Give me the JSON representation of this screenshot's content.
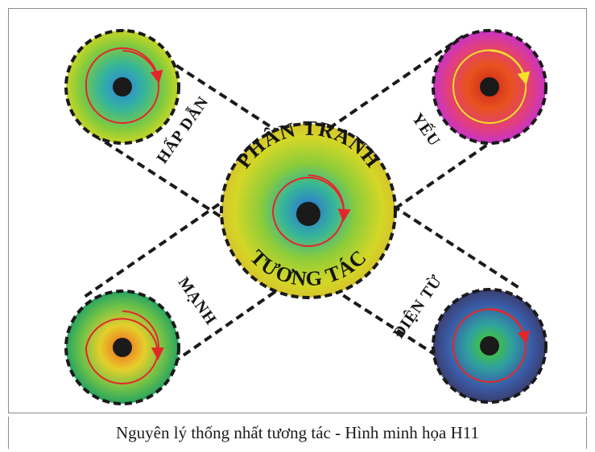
{
  "diagram": {
    "center": {
      "label_top": "PHÂN TRANH",
      "label_bottom": "TƯƠNG TÁC"
    },
    "nodes": [
      {
        "label": "HẤP DẪN",
        "colors": [
          "#2f8fd0",
          "#35b59a",
          "#7fca3f",
          "#c7d626"
        ],
        "arrow": "#e4262b"
      },
      {
        "label": "YẾU",
        "colors": [
          "#d3321a",
          "#e8521f",
          "#e23f7c",
          "#c733c6"
        ],
        "arrow": "#f6e12b"
      },
      {
        "label": "MẠNH",
        "colors": [
          "#f07c22",
          "#e5cf2c",
          "#6bc048",
          "#27a461"
        ],
        "arrow": "#e4262b"
      },
      {
        "label": "ĐIỆN TỪ",
        "colors": [
          "#44c43a",
          "#2fa0a0",
          "#3a5aa6",
          "#3a3f70"
        ],
        "arrow": "#e4262b"
      }
    ],
    "center_colors": [
      "#2f7fc9",
      "#35b59a",
      "#8ccc3a",
      "#d4d726",
      "#d6c42b"
    ],
    "line_color": "#1a1a1a",
    "hub_color": "#1a1a1a"
  },
  "caption": "Nguyên lý thống nhất tương tác - Hình minh họa H11"
}
